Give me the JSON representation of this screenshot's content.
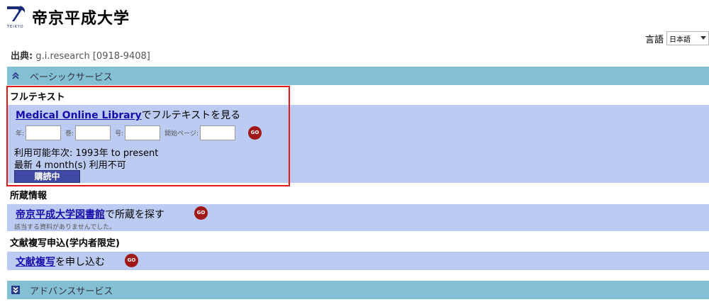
{
  "header": {
    "logo_text": "帝京平成大学",
    "logo_sub": "TEIKYO"
  },
  "language": {
    "label": "言語",
    "selected": "日本語"
  },
  "source": {
    "label": "出典:",
    "value": "g.i.research [0918-9408]"
  },
  "basic_service": {
    "title": "ベーシックサービス"
  },
  "fulltext": {
    "heading": "フルテキスト",
    "link": "Medical Online Library",
    "link_suffix": "でフルテキストを見る",
    "year_label": "年:",
    "volume_label": "巻:",
    "issue_label": "号:",
    "start_page_label": "開始ページ:",
    "go": "GO",
    "availability": "利用可能年次: 1993年 to present",
    "embargo": "最新 4 month(s) 利用不可",
    "subscribe_label": "購読中"
  },
  "holdings": {
    "heading": "所蔵情報",
    "link": "帝京平成大学図書館",
    "link_suffix": "で所蔵を探す",
    "go": "GO",
    "note": "該当する資料がありませんでした。"
  },
  "copy_request": {
    "heading": "文献複写申込(学内者限定)",
    "link": "文献複写",
    "link_suffix": "を申し込む",
    "go": "GO"
  },
  "advanced_service": {
    "title": "アドバンスサービス"
  }
}
